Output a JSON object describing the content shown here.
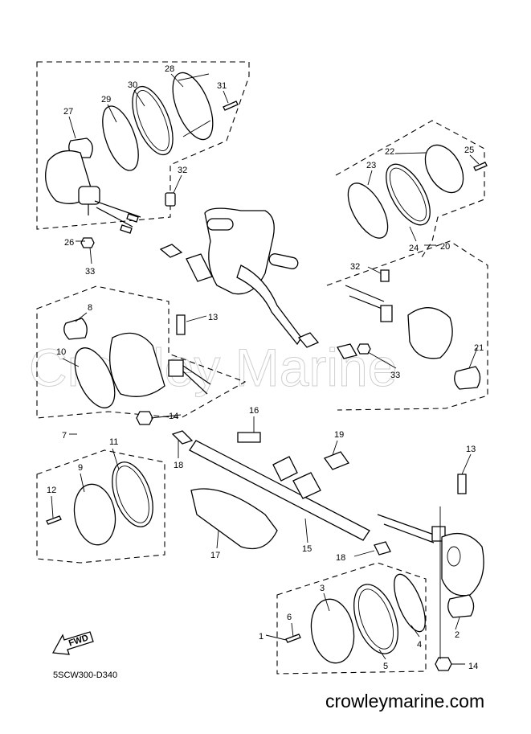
{
  "diagram": {
    "code": "5SCW300-D340",
    "website": "crowleymarine.com",
    "watermark": "Crowley Marine",
    "fwd_label": "FWD",
    "callouts": [
      {
        "id": "c1",
        "text": "1"
      },
      {
        "id": "c2",
        "text": "2"
      },
      {
        "id": "c3",
        "text": "3"
      },
      {
        "id": "c4",
        "text": "4"
      },
      {
        "id": "c5",
        "text": "5"
      },
      {
        "id": "c6",
        "text": "6"
      },
      {
        "id": "c7",
        "text": "7"
      },
      {
        "id": "c8",
        "text": "8"
      },
      {
        "id": "c9",
        "text": "9"
      },
      {
        "id": "c10",
        "text": "10"
      },
      {
        "id": "c11",
        "text": "11"
      },
      {
        "id": "c12",
        "text": "12"
      },
      {
        "id": "c13a",
        "text": "13"
      },
      {
        "id": "c13b",
        "text": "13"
      },
      {
        "id": "c14a",
        "text": "14"
      },
      {
        "id": "c14b",
        "text": "14"
      },
      {
        "id": "c15",
        "text": "15"
      },
      {
        "id": "c16",
        "text": "16"
      },
      {
        "id": "c17",
        "text": "17"
      },
      {
        "id": "c18a",
        "text": "18"
      },
      {
        "id": "c18b",
        "text": "18"
      },
      {
        "id": "c19",
        "text": "19"
      },
      {
        "id": "c20",
        "text": "20"
      },
      {
        "id": "c21",
        "text": "21"
      },
      {
        "id": "c22",
        "text": "22"
      },
      {
        "id": "c23",
        "text": "23"
      },
      {
        "id": "c24",
        "text": "24"
      },
      {
        "id": "c25",
        "text": "25"
      },
      {
        "id": "c26",
        "text": "26"
      },
      {
        "id": "c27",
        "text": "27"
      },
      {
        "id": "c28",
        "text": "28"
      },
      {
        "id": "c29",
        "text": "29"
      },
      {
        "id": "c30",
        "text": "30"
      },
      {
        "id": "c31",
        "text": "31"
      },
      {
        "id": "c32a",
        "text": "32"
      },
      {
        "id": "c32b",
        "text": "32"
      },
      {
        "id": "c33a",
        "text": "33"
      },
      {
        "id": "c33b",
        "text": "33"
      }
    ]
  }
}
